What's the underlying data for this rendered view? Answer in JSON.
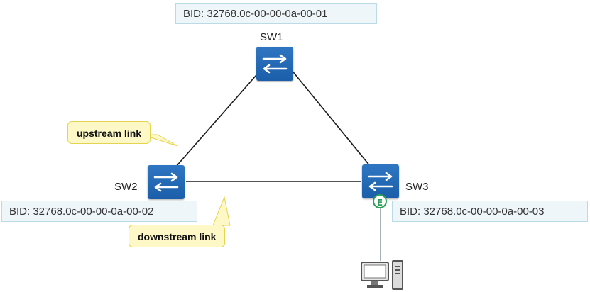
{
  "switches": {
    "sw1": {
      "name": "SW1",
      "bid": "BID: 32768.0c-00-00-0a-00-01"
    },
    "sw2": {
      "name": "SW2",
      "bid": "BID: 32768.0c-00-00-0a-00-02"
    },
    "sw3": {
      "name": "SW3",
      "bid": "BID: 32768.0c-00-00-0a-00-03"
    }
  },
  "callouts": {
    "upstream": "upstream link",
    "downstream": "downstream link"
  },
  "edge_port_badge": "E",
  "colors": {
    "switch_blue": "#1b5ea9",
    "bid_box_bg": "#eef6f9",
    "callout_bg": "#fdf8c6",
    "edge_green": "#2ea05a"
  },
  "icons": {
    "switch": "switch-icon",
    "pc": "pc-icon"
  }
}
